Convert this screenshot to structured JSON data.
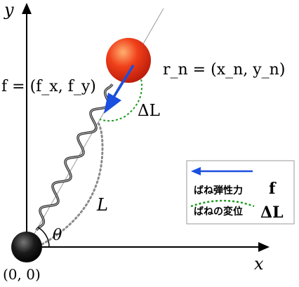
{
  "axes": {
    "x_label": "x",
    "y_label": "y",
    "origin_label": "(0, 0)",
    "angle_label": "θ"
  },
  "labels": {
    "force": "f = (f_x, f_y)",
    "position": "r_n = (x_n, y_n)",
    "delta_L": "ΔL",
    "length": "L"
  },
  "legend": {
    "items": [
      {
        "text": "ばね弾性力",
        "symbol": "f",
        "style": "arrow",
        "color": "#1a4fe0"
      },
      {
        "text": "ばねの変位",
        "symbol": "ΔL",
        "style": "dotted-arc",
        "color": "#1f9a1f"
      }
    ]
  },
  "colors": {
    "force_arrow": "#1a4fe0",
    "delta_arc": "#1f9a1f",
    "length_arc": "#8a8a8a",
    "mass_ball": "#e8301a",
    "origin_ball": "#111111",
    "spring": "#333333"
  }
}
